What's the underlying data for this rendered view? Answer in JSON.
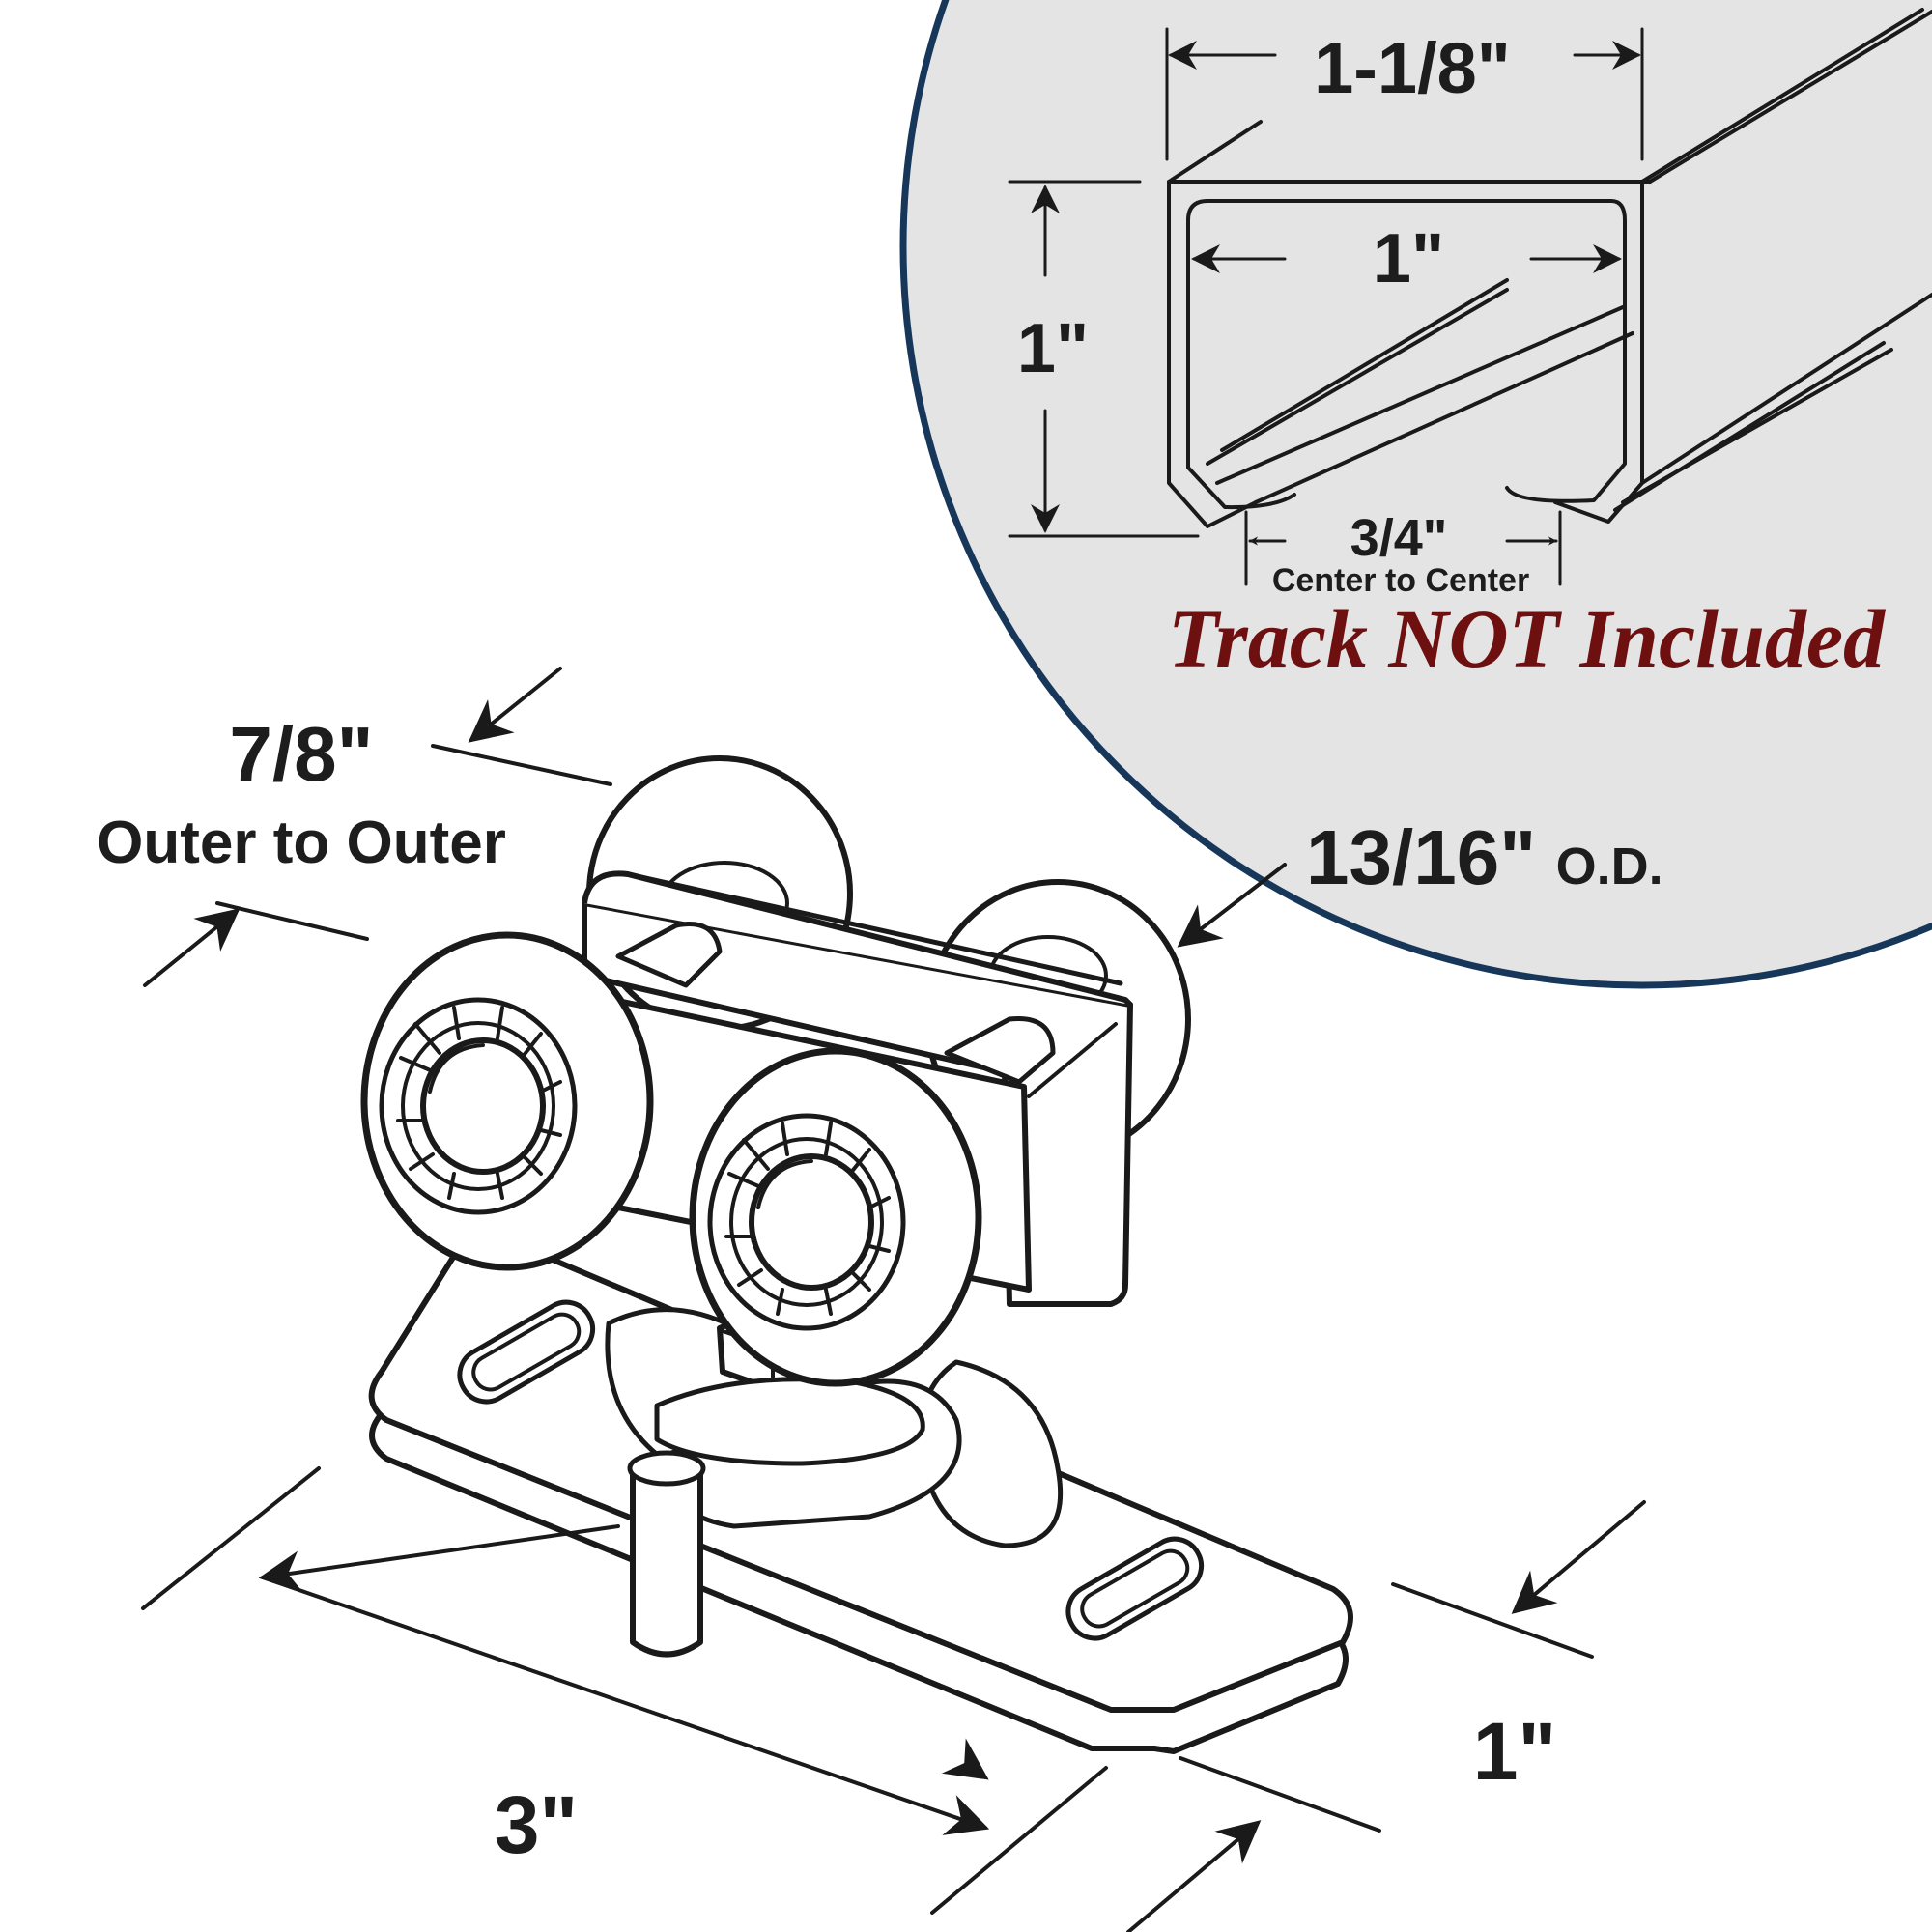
{
  "colors": {
    "background": "#ffffff",
    "inset_fill": "#e4e4e5",
    "inset_border": "#17375a",
    "line": "#1a1a1a",
    "note_red": "#6e0f10"
  },
  "inset": {
    "track_width_outer": "1-1/8\"",
    "track_width_inner": "1\"",
    "track_height": "1\"",
    "slot_spacing": "3/4\"",
    "slot_spacing_caption": "Center to Center",
    "note": "Track NOT Included"
  },
  "roller": {
    "wheel_spacing": "7/8\"",
    "wheel_spacing_caption": "Outer to Outer",
    "wheel_od": "13/16\"",
    "wheel_od_suffix": "O.D.",
    "plate_length": "3\"",
    "plate_width": "1\""
  }
}
